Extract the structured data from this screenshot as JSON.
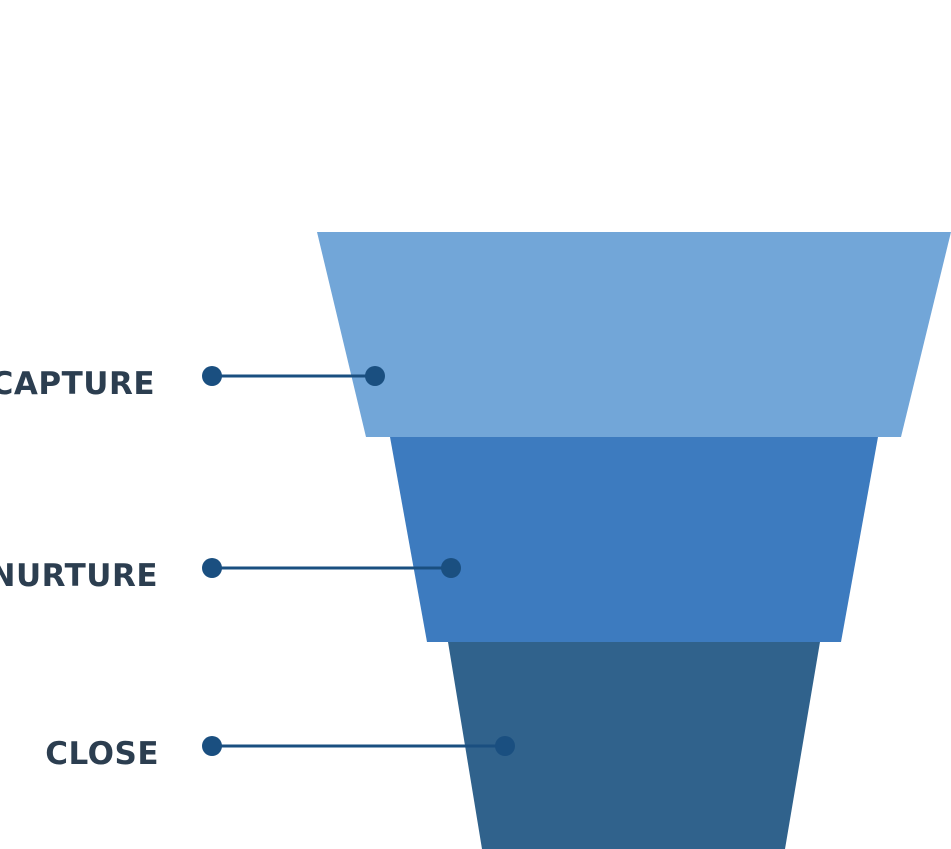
{
  "colors": {
    "label_text": "#2c3e50",
    "connector": "#1a4f80",
    "stage_capture": "#72a6d8",
    "stage_nurture": "#3d7bbf",
    "stage_close": "#30628c",
    "background": "#ffffff"
  },
  "stages": [
    {
      "label": "CAPTURE"
    },
    {
      "label": "NURTURE"
    },
    {
      "label": "CLOSE"
    }
  ]
}
